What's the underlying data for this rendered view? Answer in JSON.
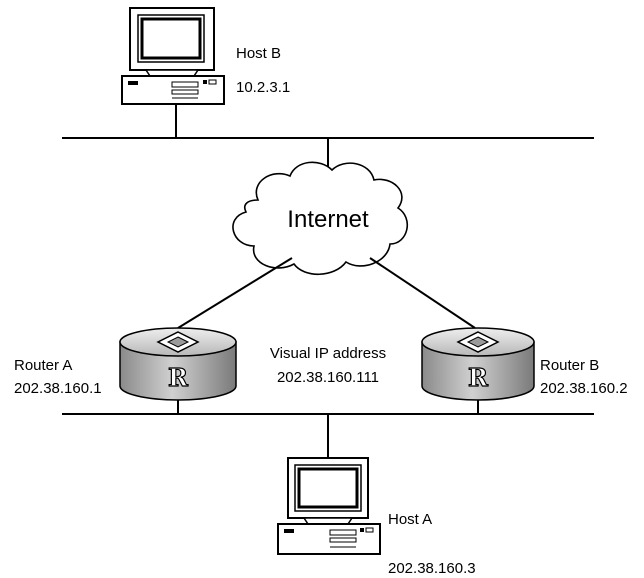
{
  "host_b": {
    "name": "Host B",
    "ip": "10.2.3.1"
  },
  "cloud": {
    "label": "Internet"
  },
  "router_a": {
    "name": "Router A",
    "ip": "202.38.160.1",
    "logo": "R"
  },
  "router_b": {
    "name": "Router B",
    "ip": "202.38.160.2",
    "logo": "R"
  },
  "virtual": {
    "line1": "Visual IP address",
    "line2": "202.38.160.111"
  },
  "host_a": {
    "name": "Host A",
    "ip": "202.38.160.3"
  },
  "icons": {
    "host": "desktop-computer-icon",
    "router": "router-icon",
    "network": "cloud-icon"
  }
}
